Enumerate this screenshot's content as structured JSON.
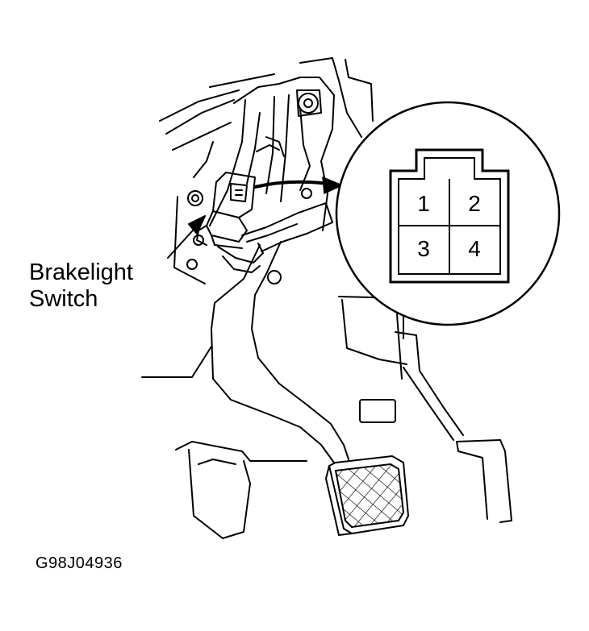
{
  "callout": {
    "line1": "Brakelight",
    "line2": "Switch"
  },
  "connector_pins": [
    "1",
    "2",
    "3",
    "4"
  ],
  "figure_id": "G98J04936"
}
